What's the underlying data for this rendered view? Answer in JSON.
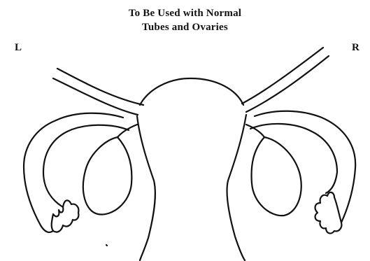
{
  "title_line1": "To Be Used with Normal",
  "title_line2": "Tubes and Ovaries",
  "label_left": "L",
  "label_right": "R",
  "colors": {
    "line": "#111111",
    "background": "#ffffff"
  }
}
